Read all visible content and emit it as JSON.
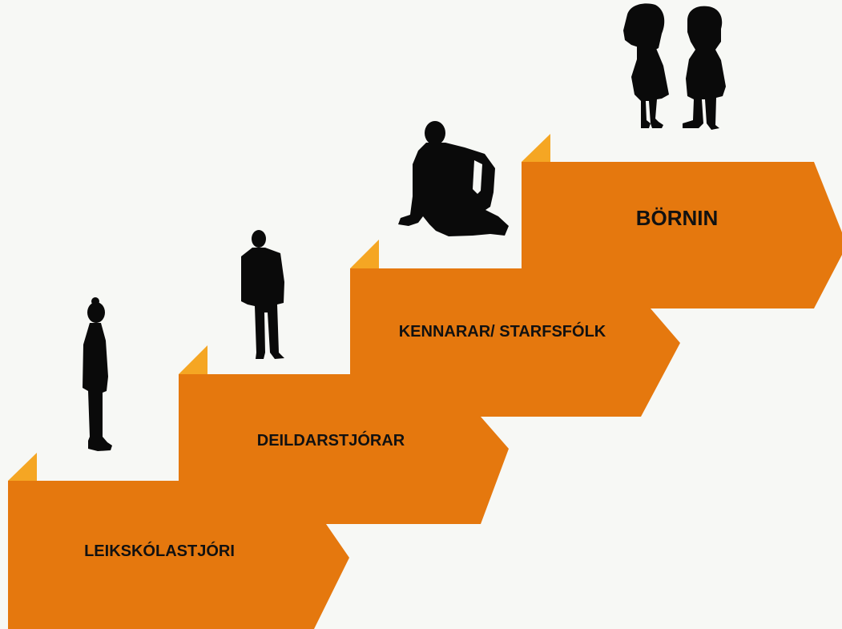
{
  "colors": {
    "background": "#f7f8f5",
    "step_fill": "#e5780e",
    "step_tab": "#f5a623",
    "silhouette": "#0a0a0a",
    "label": "#111111"
  },
  "steps": [
    {
      "label": "LEIKSKÓLASTJÓRI",
      "figure": "standing-woman-silhouette-icon"
    },
    {
      "label": "DEILDARSTJÓRAR",
      "figure": "standing-man-silhouette-icon"
    },
    {
      "label": "KENNARAR/ STARFSFÓLK",
      "figure": "sitting-person-silhouette-icon"
    },
    {
      "label": "BÖRNIN",
      "figure": "children-silhouette-icon"
    }
  ]
}
